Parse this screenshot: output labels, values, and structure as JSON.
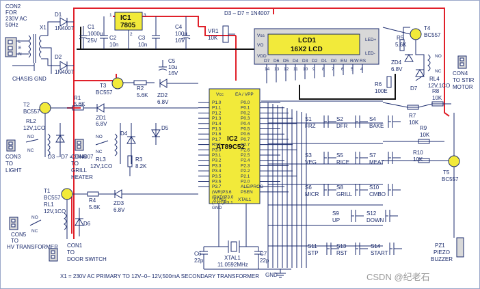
{
  "labels": {
    "con2": [
      "CON2",
      "FOR",
      "230V AC",
      "50Hz"
    ],
    "x1": "X1",
    "chassis": "CHASIS GND",
    "d1": [
      "D1",
      "1N4007"
    ],
    "d2": [
      "D2",
      "1N4007"
    ],
    "c1": [
      "C1",
      "1000u",
      "25V"
    ],
    "c2": [
      "C2",
      "10n"
    ],
    "ic1": [
      "IC1",
      "7805"
    ],
    "c3": [
      "C3",
      "10n"
    ],
    "c4": [
      "C4",
      "100u",
      "16V"
    ],
    "d3d7": "D3 – D7 = 1N4007",
    "vr1": [
      "VR1",
      "10K"
    ],
    "lcd": [
      "LCD1",
      "16X2 LCD"
    ],
    "lcd_left": [
      "Vss",
      "VO",
      "VDD"
    ],
    "lcd_right": [
      "LED+",
      "LED-"
    ],
    "lcd_pins_top": [
      "D7",
      "D6",
      "D5",
      "D4",
      "D3",
      "D2",
      "D1",
      "D0",
      "EN",
      "R/W",
      "RS"
    ],
    "lcd_pins_num": [
      "14",
      "13",
      "12",
      "11",
      "10",
      "9",
      "8",
      "7",
      "6",
      "5",
      "4"
    ],
    "c5": [
      "C5",
      "10u",
      "16V"
    ],
    "t3": [
      "T3",
      "BC557"
    ],
    "r2": [
      "R2",
      "5.6K"
    ],
    "zd2": [
      "ZD2",
      "6.8V"
    ],
    "r1": [
      "R1",
      "5.6K"
    ],
    "t2": [
      "T2",
      "BC557"
    ],
    "zd1": [
      "ZD1",
      "6.8V"
    ],
    "rl2": [
      "RL2",
      "12V,1CO"
    ],
    "con3": [
      "CON3",
      "TO",
      "LIGHT"
    ],
    "d5": "D5",
    "d4": "D4",
    "con6": [
      "CON6",
      "TO",
      "GRILL",
      "HEATER"
    ],
    "rl3": [
      "RL3",
      "12V,1CO"
    ],
    "r3": [
      "R3",
      "8.2K"
    ],
    "t1": [
      "T1",
      "BC557"
    ],
    "rl1": [
      "RL1",
      "12V,1CO"
    ],
    "r4": [
      "R4",
      "5.6K"
    ],
    "zd3": [
      "ZD3",
      "6.8V"
    ],
    "d6": "D6",
    "con5": [
      "CON5",
      "TO",
      "HV TRANSFORMER"
    ],
    "con1": [
      "CON1",
      "TO",
      "DOOR SWITCH"
    ],
    "ic2": [
      "IC2",
      "AT89C52"
    ],
    "ic2_top": [
      "Vcc",
      "EA / VPP"
    ],
    "ic2_left": [
      "P1.0",
      "P1.1",
      "P1.2",
      "P1.3",
      "P1.4",
      "P1.5",
      "P1.6",
      "P1.7",
      "RST",
      "P3.0",
      "P3.1",
      "P3.2",
      "P3.3",
      "P3.4",
      "P3.5",
      "P3.6",
      "P3.7",
      "(WR)P3.6",
      "(RXD)P3.0",
      "(TXD)P3.1",
      "GND"
    ],
    "ic2_right": [
      "P0.0",
      "P0.1",
      "P0.2",
      "P0.3",
      "P0.4",
      "P0.5",
      "P0.6",
      "P0.7",
      "P2.7",
      "P2.6",
      "P2.5",
      "P2.4",
      "P2.3",
      "P2.2",
      "P2.1",
      "P2.0",
      "ALE/PROG",
      "PSEN"
    ],
    "ic2_bottom": [
      "XTAL2",
      "XTAL1"
    ],
    "c6": [
      "C6",
      "22p"
    ],
    "xtal": [
      "XTAL1",
      "11.0592MHz"
    ],
    "c7": [
      "C7",
      "22p"
    ],
    "gnd": "GND",
    "footnote": "X1 = 230V AC PRIMARY TO 12V–0– 12V,500mA SECONDARY TRANSFORMER",
    "switches": [
      [
        "S1",
        "FRZ"
      ],
      [
        "S2",
        "DFR"
      ],
      [
        "S4",
        "BAKE"
      ],
      [
        "S3",
        "VEG"
      ],
      [
        "S5",
        "RICE"
      ],
      [
        "S7",
        "MEAT"
      ],
      [
        "S6",
        "MICR"
      ],
      [
        "S8",
        "GRILL"
      ],
      [
        "S10",
        "CMBO"
      ],
      [
        "S9",
        "UP"
      ],
      [
        "S12",
        "DOWN"
      ],
      [
        "S11",
        "STP"
      ],
      [
        "S13",
        "RST"
      ],
      [
        "S14",
        "START"
      ]
    ],
    "t4": [
      "T4",
      "BC557"
    ],
    "r5": [
      "R5",
      "5.6K"
    ],
    "zd4": [
      "ZD4",
      "6.8V"
    ],
    "d7": "D7",
    "rl4": [
      "RL4",
      "12V,1CO"
    ],
    "r6": [
      "R6",
      "100E"
    ],
    "con4": [
      "CON4",
      "TO STIR",
      "MOTOR"
    ],
    "r8": [
      "R8",
      "10K"
    ],
    "r7": [
      "R7",
      "10K"
    ],
    "r9": [
      "R9",
      "10K"
    ],
    "r10": [
      "R10",
      "10K"
    ],
    "t5": [
      "T5",
      "BC557"
    ],
    "pz1": [
      "PZ1",
      "PIEZO",
      "BUZZER"
    ],
    "no_nc": [
      "NO",
      "NC"
    ],
    "watermark": "CSDN @纪老石"
  }
}
